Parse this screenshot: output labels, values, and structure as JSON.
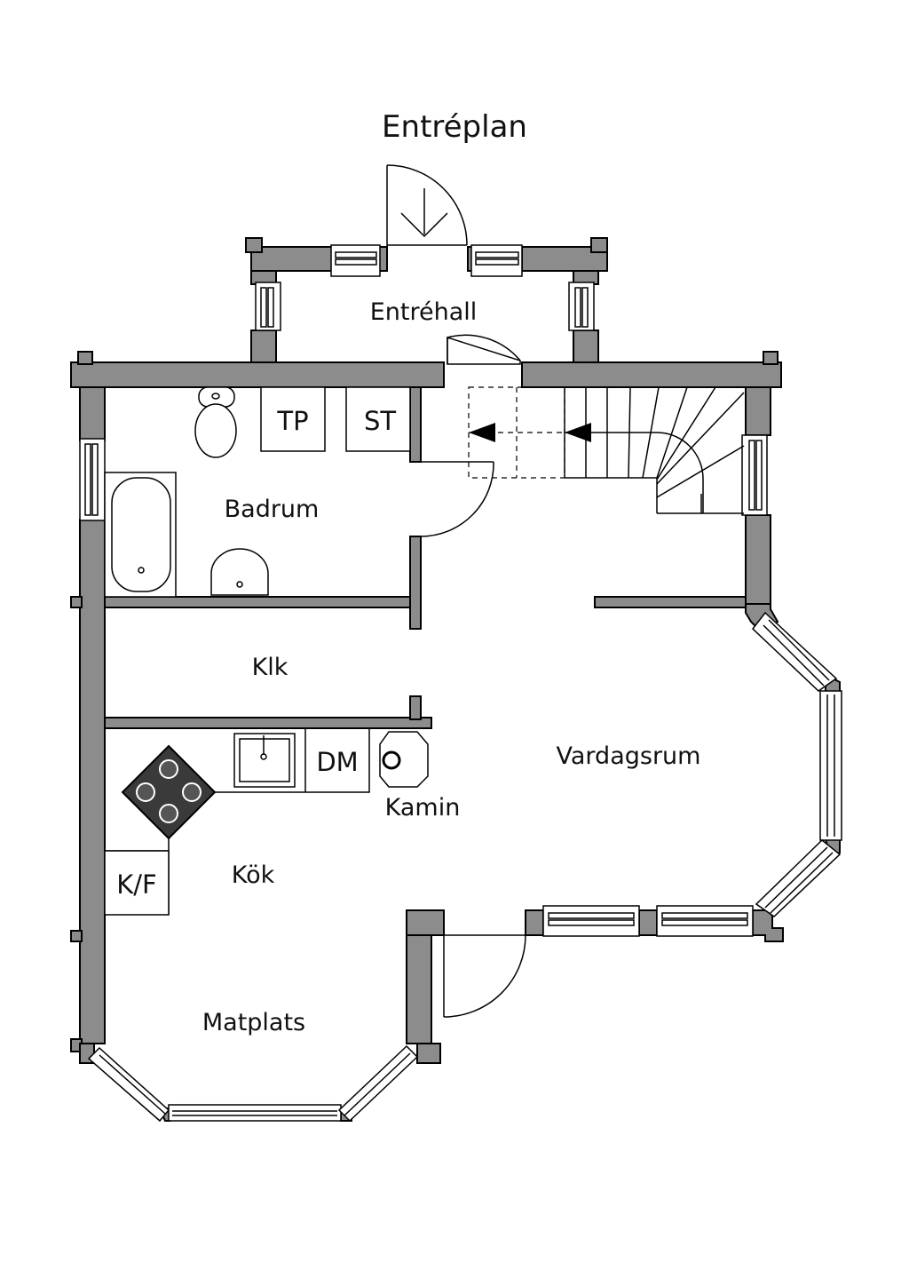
{
  "title": "Entréplan",
  "rooms": {
    "entrehall": "Entréhall",
    "badrum": "Badrum",
    "klk": "Klk",
    "vardagsrum": "Vardagsrum",
    "kok": "Kök",
    "kamin": "Kamin",
    "matplats": "Matplats"
  },
  "fixtures": {
    "tp": "TP",
    "st": "ST",
    "dm": "DM",
    "kf": "K/F"
  },
  "colors": {
    "wall": "#8c8c8c",
    "stove": "#3a3a3a",
    "line": "#000000"
  }
}
